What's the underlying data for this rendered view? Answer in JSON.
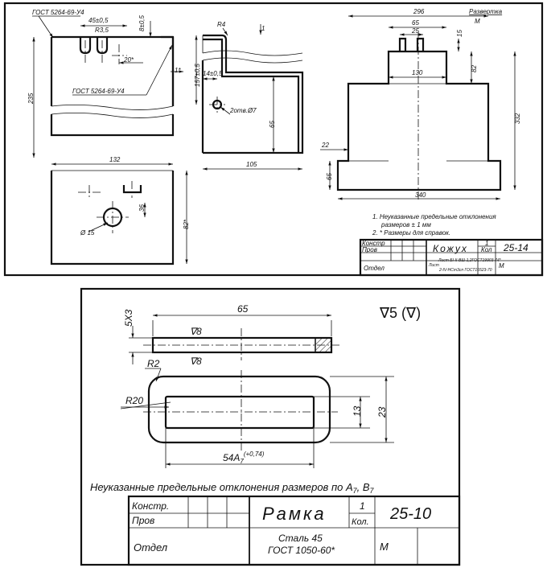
{
  "sheet_top": {
    "notes": {
      "gost_leader_1": "ГОСТ 5264-69-У4",
      "gost_leader_2": "ГОСТ 5264-69-У4",
      "dev_title": "Развертка",
      "dev_scale": "М",
      "note_1a": "1. Неуказанные предельные отклонения",
      "note_1b": "размеров ± 1 мм",
      "note_2": "2. * Размеры для справок."
    },
    "dims": {
      "d45": "45±0,5",
      "dR35": "R3,5",
      "d8": "8±0,5",
      "d20": "20*",
      "d1star": "1*",
      "d235": "235",
      "d132": "132",
      "dR4": "R4",
      "d1": "1",
      "d14": "14±0,5",
      "d157": "157±0,5",
      "d2holes": "2отв.Ø7",
      "d65v": "65",
      "d105": "105",
      "d36": "36",
      "d15hole": "Ø 15",
      "d82star": "82*",
      "d296": "296",
      "d65h": "65",
      "d25": "25",
      "d15": "15",
      "d130": "130",
      "d82": "82",
      "d332": "332",
      "d22": "22",
      "d65lo": "65",
      "d340": "340"
    },
    "title_block": {
      "konstr": "Констр",
      "prov": "Пров",
      "otdel": "Отдел",
      "name": "Кожух",
      "qty": "1",
      "qty_label": "Кол",
      "code": "25-14",
      "material_1": "Лист БI-II-ВШ-1,2ГОСТ19903-74*",
      "material_2": "2-IV-НСт3сп ГОСТ16523-70",
      "material_prefix": "Лист",
      "scale": "М"
    }
  },
  "sheet_bottom": {
    "dims": {
      "d65": "65",
      "d5x3": "5X3",
      "rough_top": "∇8",
      "rough_bottom": "∇8",
      "dR2": "R2",
      "dR20": "R20",
      "d13": "13",
      "d23": "23",
      "d54": "54A",
      "d54_sub": "7",
      "d54_tol": "(+0,74)"
    },
    "roughness_general": "∇5 (∇)",
    "note": "Неуказанные предельные отклонения размеров по А",
    "note_sub": "7",
    "note_tail": ", В",
    "note_sub2": "7",
    "title_block": {
      "konstr": "Констр.",
      "prov": "Пров",
      "otdel": "Отдел",
      "name": "Рамка",
      "qty": "1",
      "qty_label": "Кол.",
      "code": "25-10",
      "material_1": "Сталь 45",
      "material_2": "ГОСТ 1050-60*",
      "scale": "М"
    }
  }
}
